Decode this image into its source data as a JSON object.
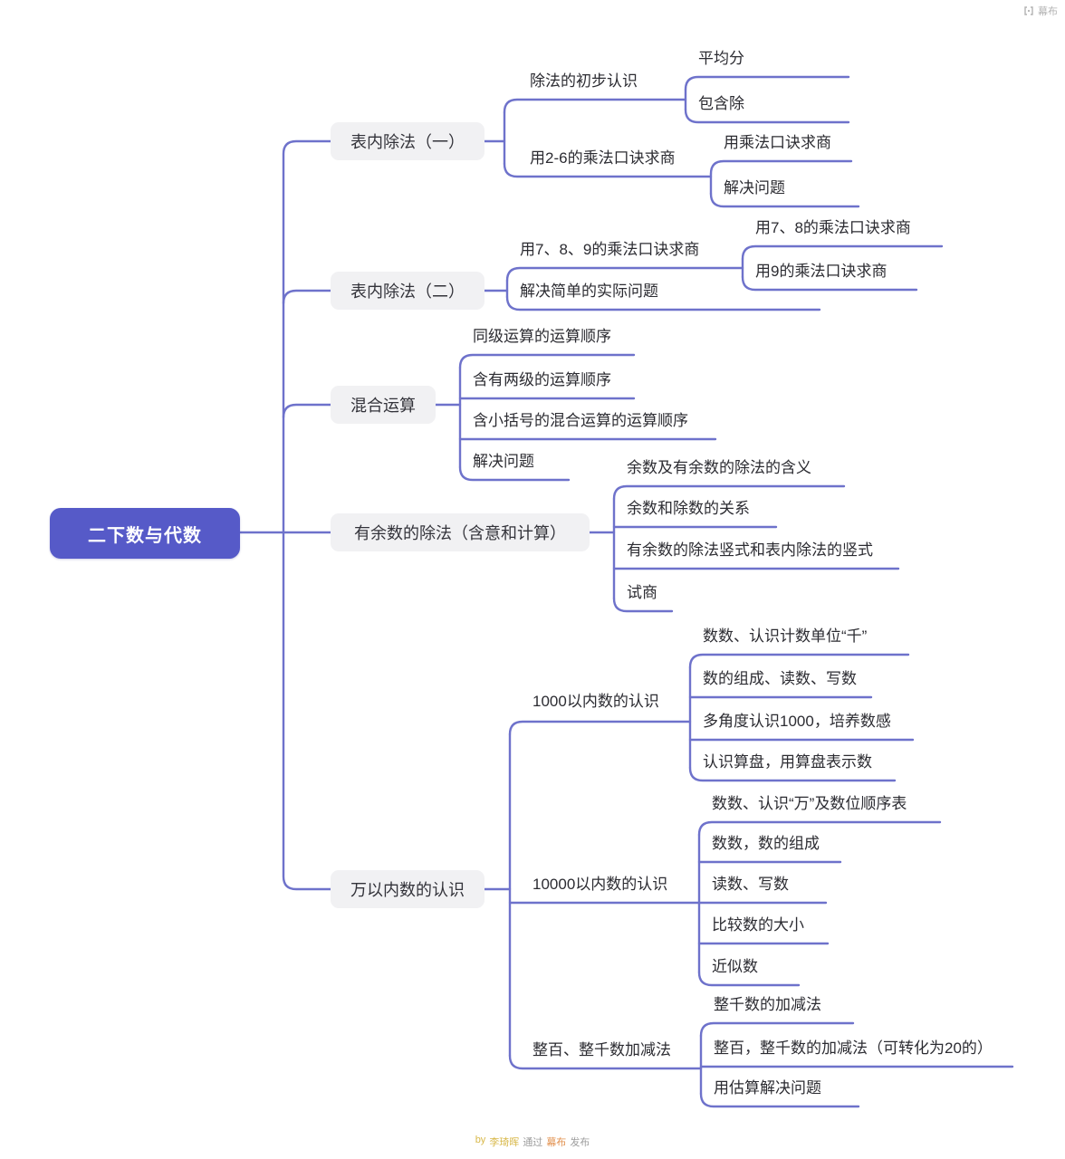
{
  "header": {
    "brand": "幕布"
  },
  "footer": {
    "by": "by",
    "author": "李琦晖",
    "via": "通过",
    "platform": "幕布",
    "publish": "发布"
  },
  "colors": {
    "root_fill": "#565ac8",
    "line": "#6e72cb",
    "branch_box_fill": "#f1f1f3",
    "text": "#2c2c32"
  },
  "tree": {
    "root": {
      "label": "二下数与代数"
    },
    "branches": [
      {
        "label": "表内除法（一）",
        "children": [
          {
            "label": "除法的初步认识",
            "children": [
              {
                "label": "平均分"
              },
              {
                "label": "包含除"
              }
            ]
          },
          {
            "label": "用2-6的乘法口诀求商",
            "children": [
              {
                "label": "用乘法口诀求商"
              },
              {
                "label": "解决问题"
              }
            ]
          }
        ]
      },
      {
        "label": "表内除法（二）",
        "children": [
          {
            "label": "用7、8、9的乘法口诀求商",
            "children": [
              {
                "label": "用7、8的乘法口诀求商"
              },
              {
                "label": "用9的乘法口诀求商"
              }
            ]
          },
          {
            "label": "解决简单的实际问题"
          }
        ]
      },
      {
        "label": "混合运算",
        "children": [
          {
            "label": "同级运算的运算顺序"
          },
          {
            "label": "含有两级的运算顺序"
          },
          {
            "label": "含小括号的混合运算的运算顺序"
          },
          {
            "label": "解决问题"
          }
        ]
      },
      {
        "label": "有余数的除法（含意和计算）",
        "children": [
          {
            "label": "余数及有余数的除法的含义"
          },
          {
            "label": "余数和除数的关系"
          },
          {
            "label": "有余数的除法竖式和表内除法的竖式"
          },
          {
            "label": "试商"
          }
        ]
      },
      {
        "label": "万以内数的认识",
        "children": [
          {
            "label": "1000以内数的认识",
            "children": [
              {
                "label": "数数、认识计数单位“千”"
              },
              {
                "label": "数的组成、读数、写数"
              },
              {
                "label": "多角度认识1000，培养数感"
              },
              {
                "label": "认识算盘，用算盘表示数"
              }
            ]
          },
          {
            "label": "10000以内数的认识",
            "children": [
              {
                "label": "数数、认识“万”及数位顺序表"
              },
              {
                "label": "数数，数的组成"
              },
              {
                "label": "读数、写数"
              },
              {
                "label": "比较数的大小"
              },
              {
                "label": "近似数"
              }
            ]
          },
          {
            "label": "整百、整千数加减法",
            "children": [
              {
                "label": "整千数的加减法"
              },
              {
                "label": "整百，整千数的加减法（可转化为20的）"
              },
              {
                "label": "用估算解决问题"
              }
            ]
          }
        ]
      }
    ]
  }
}
